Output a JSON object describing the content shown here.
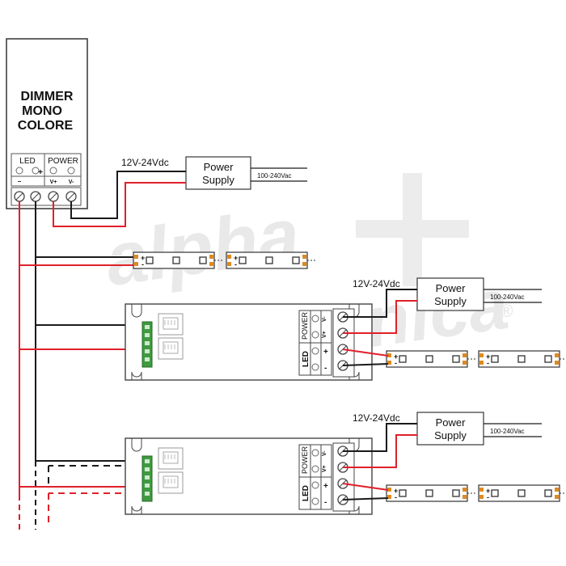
{
  "watermark": {
    "line1": "alpha",
    "line2": "elettronica",
    "registered": "®"
  },
  "dimmer": {
    "title_lines": [
      "DIMMER",
      "MONO",
      "COLORE"
    ],
    "led_label": "LED",
    "power_label": "POWER",
    "minus": "−",
    "plus": "+",
    "vplus": "V+",
    "vminus": "V-"
  },
  "power_supplies": [
    {
      "title_lines": [
        "Power",
        "Supply"
      ],
      "dc_label": "12V-24Vdc",
      "ac_label": "100-240Vac"
    },
    {
      "title_lines": [
        "Power",
        "Supply"
      ],
      "dc_label": "12V-24Vdc",
      "ac_label": "100-240Vac"
    },
    {
      "title_lines": [
        "Power",
        "Supply"
      ],
      "dc_label": "12V-24Vdc",
      "ac_label": "100-240Vac"
    }
  ],
  "repeaters": [
    {
      "power_label": "POWER",
      "led_label": "LED",
      "vplus": "V+",
      "vminus": "V-",
      "plus": "+",
      "minus": "-"
    },
    {
      "power_label": "POWER",
      "led_label": "LED",
      "vplus": "V+",
      "vminus": "V-",
      "plus": "+",
      "minus": "-"
    }
  ],
  "led_strip": {
    "plus": "+",
    "minus": "-"
  },
  "colors": {
    "wire_black": "#1a1a1a",
    "wire_red": "#e0202a",
    "pad": "#e08a1e",
    "connector": "#3f9b3f"
  }
}
